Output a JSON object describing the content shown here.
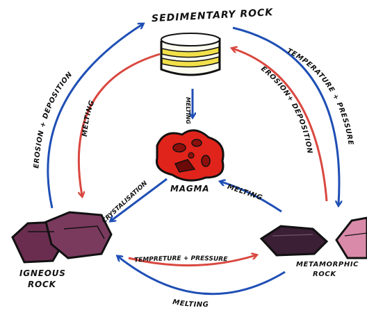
{
  "nodes": {
    "sedimentary": "SEDIMENTARY ROCK",
    "magma": "MAGMA",
    "igneous_line1": "IGNEOUS",
    "igneous_line2": "ROCK",
    "metamorphic_line1": "METAMORPHIC",
    "metamorphic_line2": "ROCK"
  },
  "processes": {
    "left_outer": "EROSION + DEPOSITION",
    "left_inner": "MELTING",
    "center_down": "MELTING",
    "right_outer": "TEMPERATURE + PRESSURE",
    "right_inner": "EROSION+ DEPOSITION",
    "crystallisation": "CRYSTALISATION",
    "meta_to_magma": "MELTING",
    "bottom_inner": "TEMPRETURE + PRESSURE",
    "bottom_outer": "MELTING"
  },
  "colors": {
    "blue_arrow": "#1f4fb5",
    "red_arrow": "#d9473f",
    "magma_red": "#e0241b",
    "igneous_purple": "#6a2d4f",
    "metamorphic_dark": "#3a1f35",
    "metamorphic_pink": "#d98aa8",
    "sediment_yellow": "#f2e04a"
  }
}
